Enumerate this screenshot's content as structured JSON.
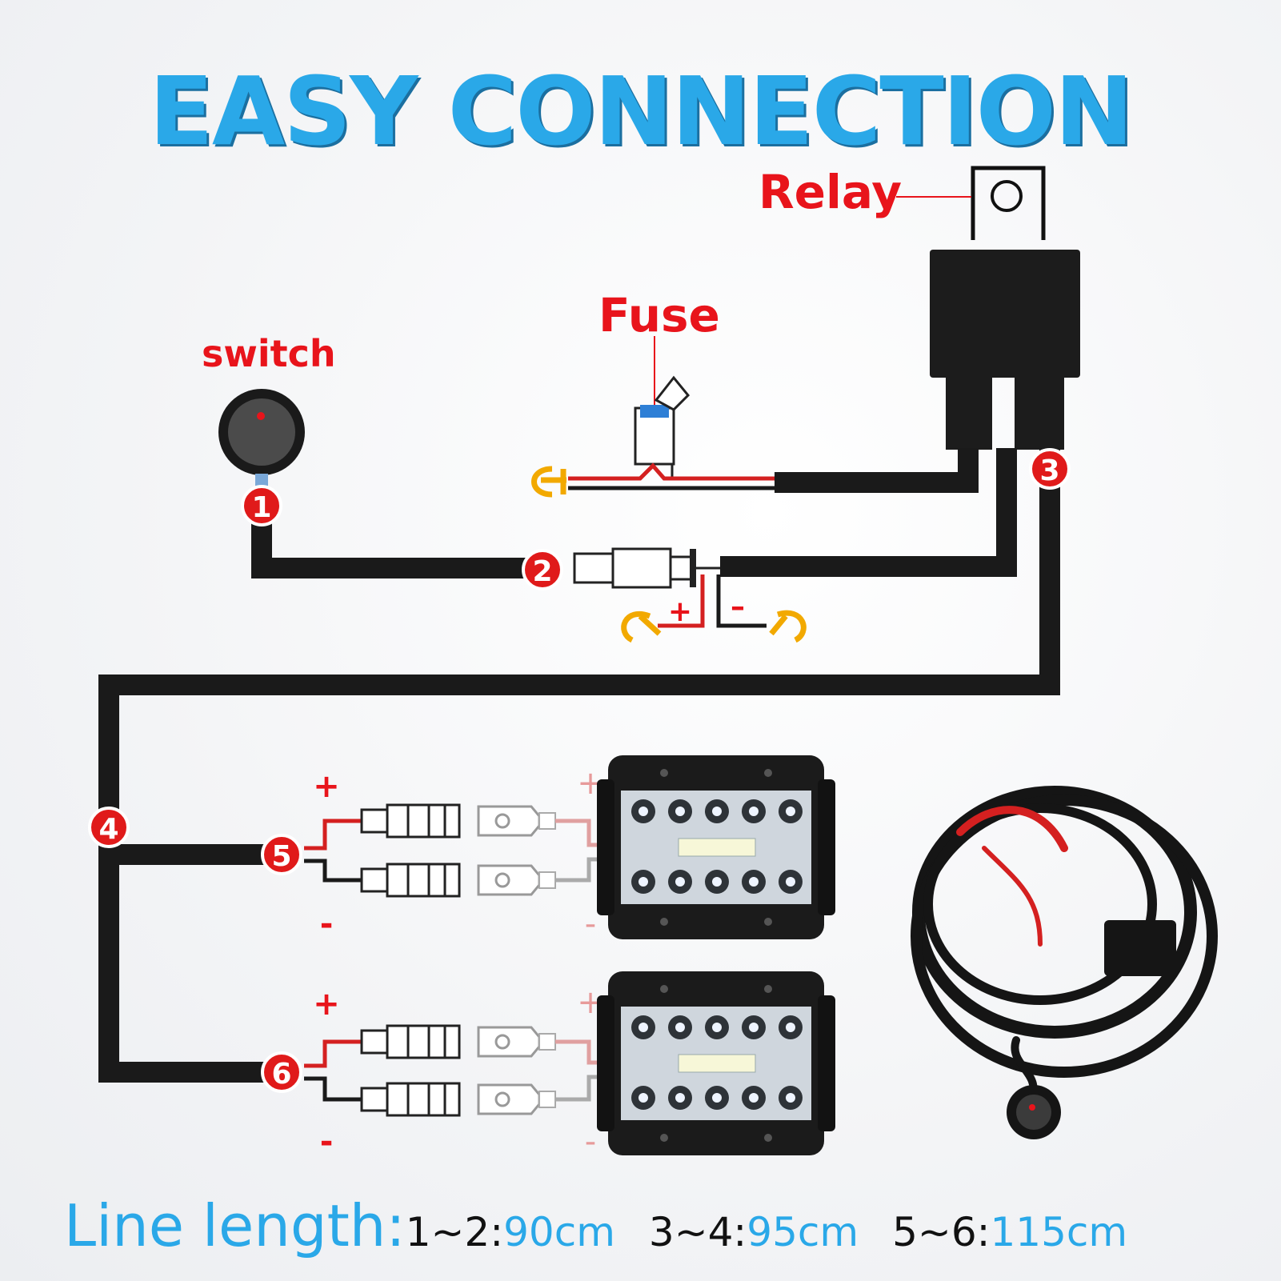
{
  "title": "EASY CONNECTION",
  "labels": {
    "relay": "Relay",
    "fuse": "Fuse",
    "switch": "switch"
  },
  "markers": [
    "1",
    "2",
    "3",
    "4",
    "5",
    "6"
  ],
  "polarity": {
    "plus": "+",
    "minus": "–",
    "plus_small": "+",
    "minus_small": "-"
  },
  "line_length": {
    "lead": "Line length:",
    "segments": [
      {
        "range": "1~2:",
        "value": "90cm"
      },
      {
        "range": "3~4:",
        "value": "95cm"
      },
      {
        "range": "5~6:",
        "value": "115cm"
      }
    ]
  },
  "colors": {
    "title_blue": "#2aa8e8",
    "label_red": "#e8141b",
    "wire_black": "#1a1a1a",
    "wire_red": "#d42020",
    "terminal_gold": "#f2a900"
  }
}
